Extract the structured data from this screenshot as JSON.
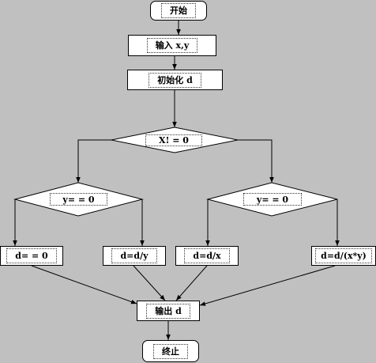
{
  "diagram": {
    "start": "开始",
    "input": "输入 x,y",
    "init": "初始化 d",
    "cond_x": "X! = 0",
    "cond_y_left": "y= = 0",
    "cond_y_right": "y= = 0",
    "action_1": "d= = 0",
    "action_2": "d=d/y",
    "action_3": "d=d/x",
    "action_4": "d=d/(x*y)",
    "output": "输出 d",
    "end": "终止"
  },
  "colors": {
    "background": "#c0c0c0",
    "node_fill": "#ffffff",
    "stroke": "#000000"
  }
}
